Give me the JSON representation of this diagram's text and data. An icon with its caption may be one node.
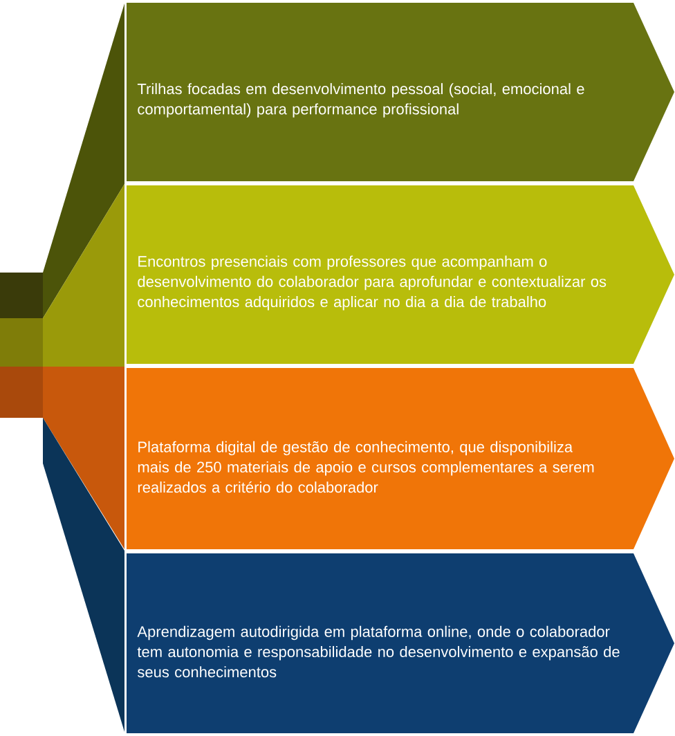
{
  "diagram": {
    "nodes": [
      {
        "text": [
          "Trilhas focadas em desenvolvimento pessoal (social, emocional e comportamental) para performance profissional"
        ]
      },
      {
        "text": [
          "Encontros presenciais com professores que acompanham o desenvolvimento do colaborador para aprofundar e contextualizar os conhecimentos adquiridos e aplicar no dia a dia de trabalho"
        ]
      },
      {
        "text": [
          "Plataforma digital de gestão de conhecimento, que disponibiliza mais de 250 materiais de apoio e cursos complementares a serem realizados a critério do colaborador"
        ]
      },
      {
        "text": [
          "Aprendizagem autodirigida em plataforma online, onde o colaborador tem autonomia e responsabilidade no desenvolvimento e expansão de seus conhecimentos"
        ]
      }
    ]
  }
}
